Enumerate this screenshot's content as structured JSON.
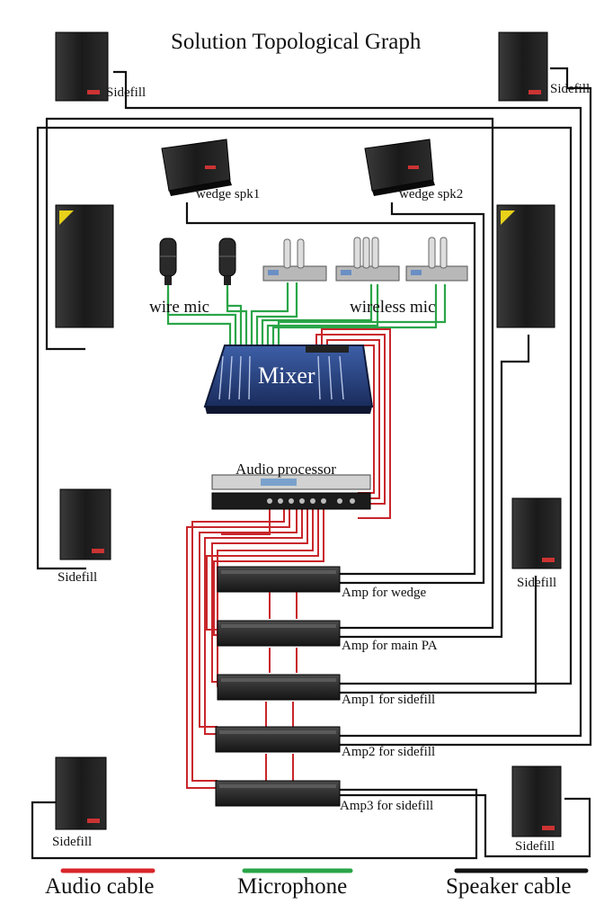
{
  "title": "Solution Topological Graph",
  "labels": {
    "sidefill": "Sidefill",
    "wedge1": "wedge spk1",
    "wedge2": "wedge spk2",
    "wire_mic": "wire mic",
    "wireless_mic": "wireless mic",
    "mixer": "Mixer",
    "processor": "Audio processor",
    "amp_wedge": "Amp for wedge",
    "amp_main": "Amp for main PA",
    "amp1": "Amp1 for sidefill",
    "amp2": "Amp2 for sidefill",
    "amp3": "Amp3 for sidefill"
  },
  "legend": {
    "audio": {
      "label": "Audio cable",
      "color": "#d8262b"
    },
    "mic": {
      "label": "Microphone",
      "color": "#2aa548"
    },
    "speaker": {
      "label": "Speaker cable",
      "color": "#111111"
    }
  }
}
